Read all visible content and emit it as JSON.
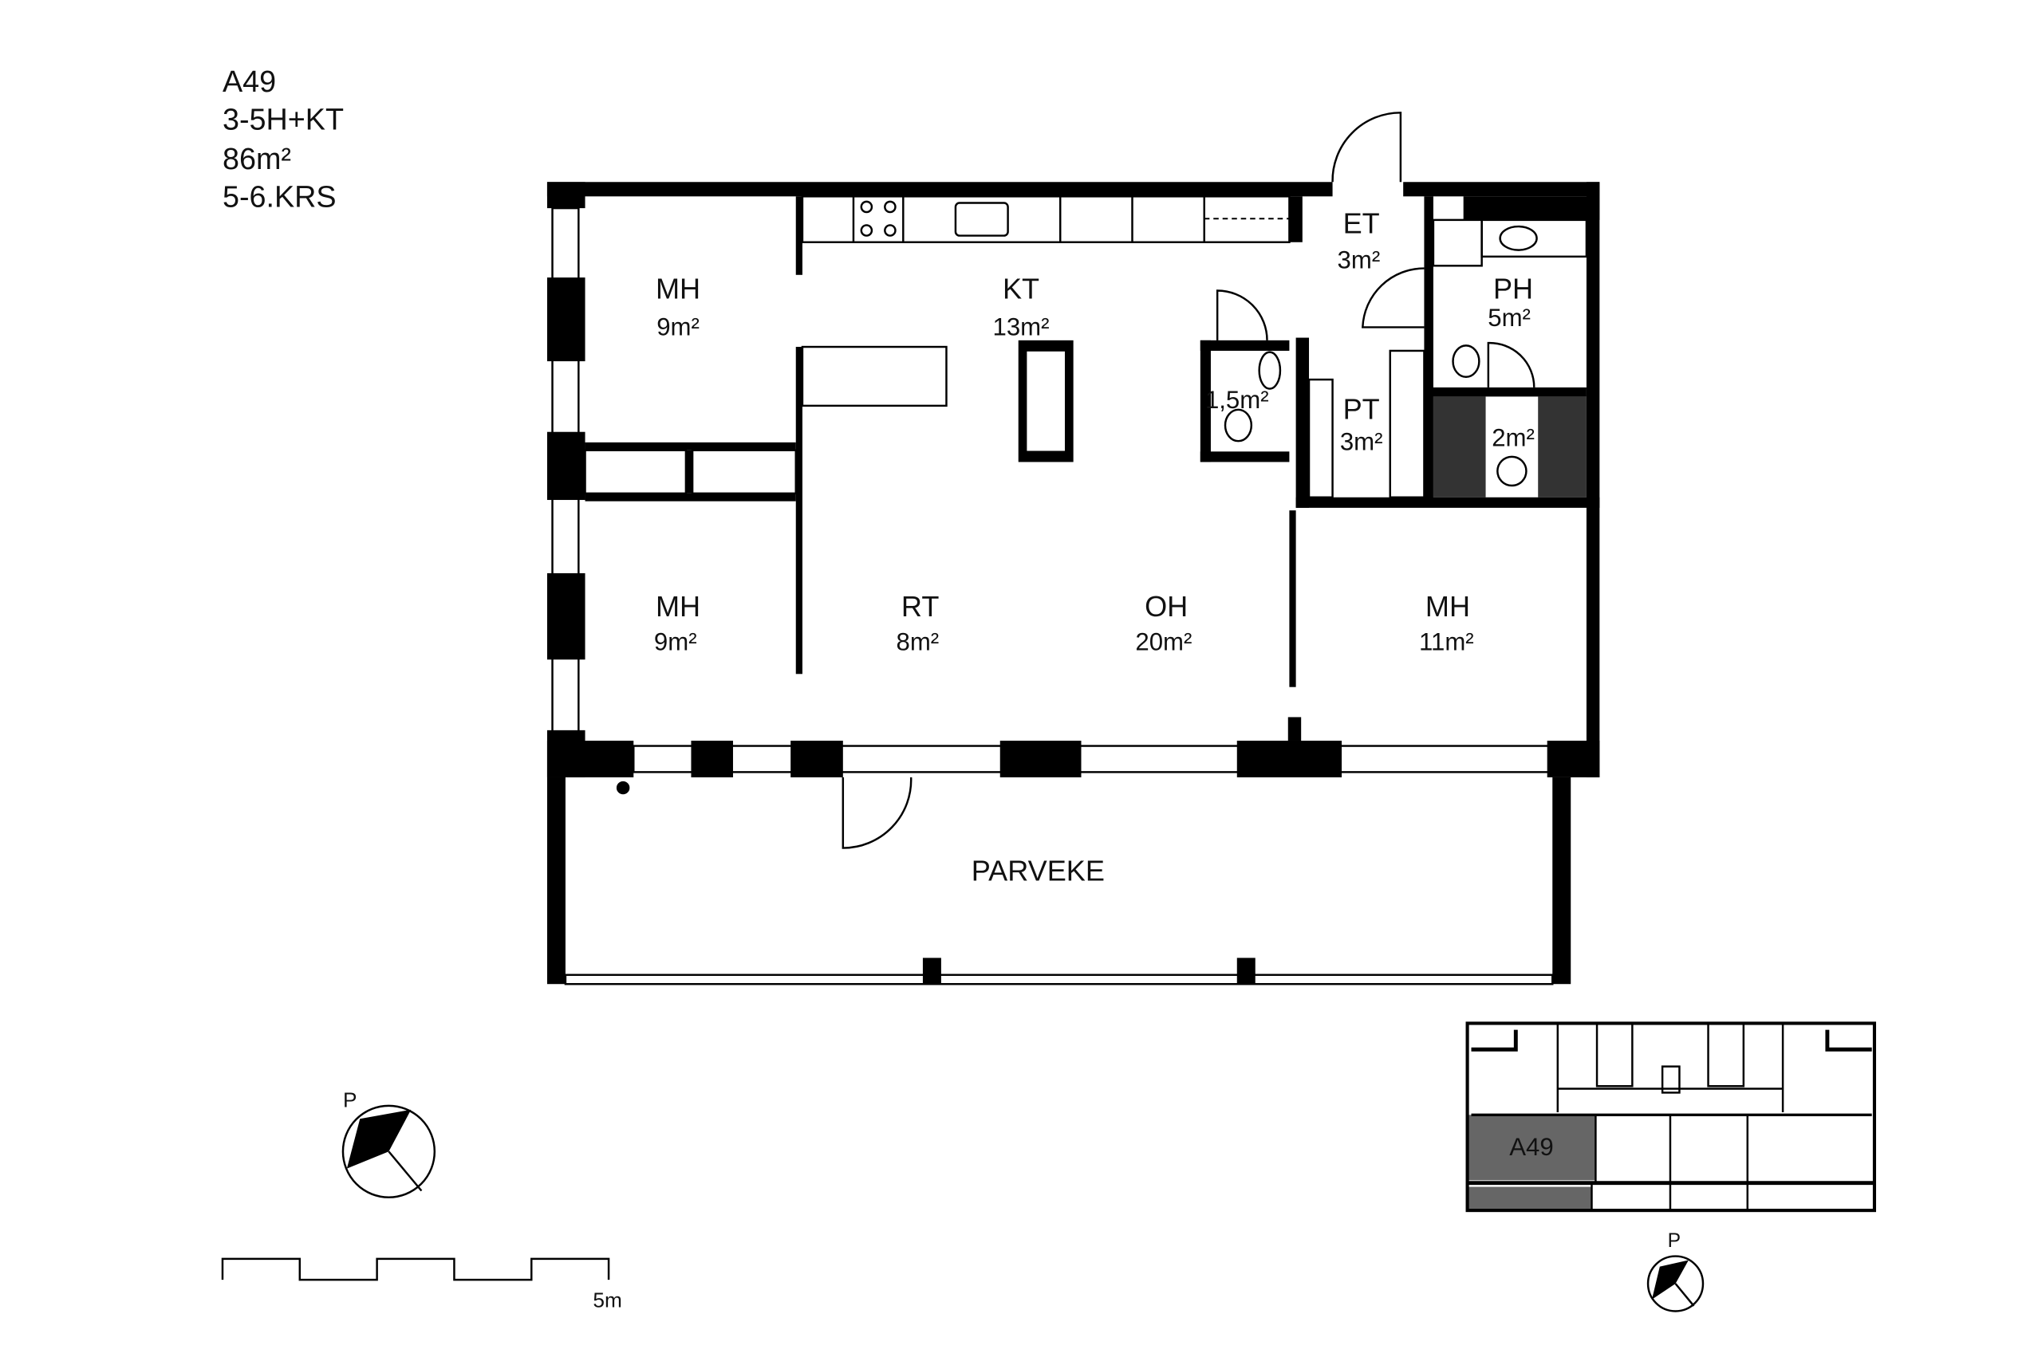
{
  "apartment": {
    "id": "A49",
    "type": "3-5H+KT",
    "area": "86m²",
    "floors": "5-6.KRS"
  },
  "rooms": [
    {
      "name": "MH",
      "area": "9m²"
    },
    {
      "name": "KT",
      "area": "13m²"
    },
    {
      "name": "ET",
      "area": "3m²"
    },
    {
      "name": "PH",
      "area": "5m²"
    },
    {
      "name": "",
      "area": "1,5m²"
    },
    {
      "name": "PT",
      "area": "3m²"
    },
    {
      "name": "",
      "area": "2m²"
    },
    {
      "name": "MH",
      "area": "9m²"
    },
    {
      "name": "RT",
      "area": "8m²"
    },
    {
      "name": "OH",
      "area": "20m²"
    },
    {
      "name": "MH",
      "area": "11m²"
    },
    {
      "name": "PARVEKE",
      "area": ""
    }
  ],
  "compass": {
    "label": "P"
  },
  "scale_bar": {
    "label": "5m"
  },
  "key_plan": {
    "label": "A49",
    "highlight_color": "#666666",
    "compass_label": "P"
  }
}
